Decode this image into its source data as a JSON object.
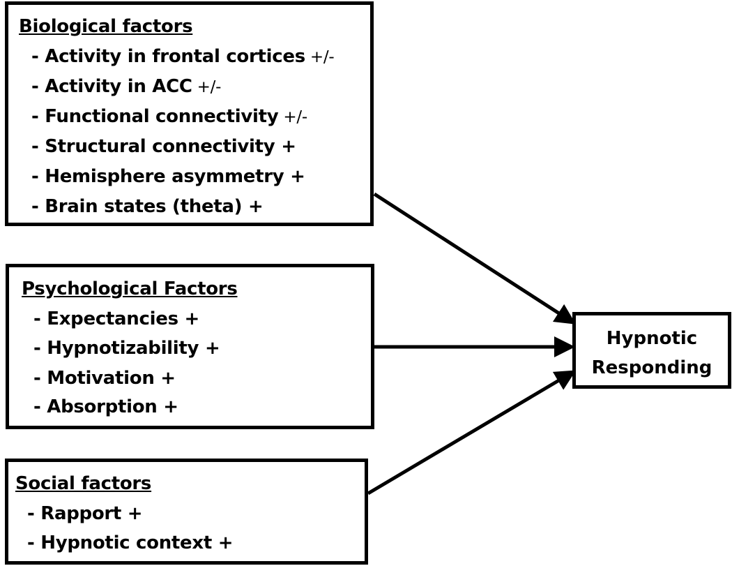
{
  "biological": {
    "title": "Biological factors",
    "items": [
      {
        "label": "- Activity in frontal cortices",
        "sign": " +/-"
      },
      {
        "label": "- Activity in ACC",
        "sign": " +/-"
      },
      {
        "label": "- Functional connectivity",
        "sign": " +/-"
      },
      {
        "label": "- Structural connectivity",
        "sign": " +"
      },
      {
        "label": "- Hemisphere asymmetry",
        "sign": " +"
      },
      {
        "label": "- Brain states (theta)",
        "sign": " +"
      }
    ]
  },
  "psychological": {
    "title": "Psychological Factors",
    "items": [
      {
        "label": "- Expectancies",
        "sign": " +"
      },
      {
        "label": "- Hypnotizability",
        "sign": " +"
      },
      {
        "label": "- Motivation",
        "sign": " +"
      },
      {
        "label": "- Absorption",
        "sign": " +"
      }
    ]
  },
  "social": {
    "title": "Social factors",
    "items": [
      {
        "label": "- Rapport",
        "sign": " +"
      },
      {
        "label": "- Hypnotic context",
        "sign": " +"
      }
    ]
  },
  "outcome": {
    "line1": "Hypnotic",
    "line2": "Responding"
  }
}
